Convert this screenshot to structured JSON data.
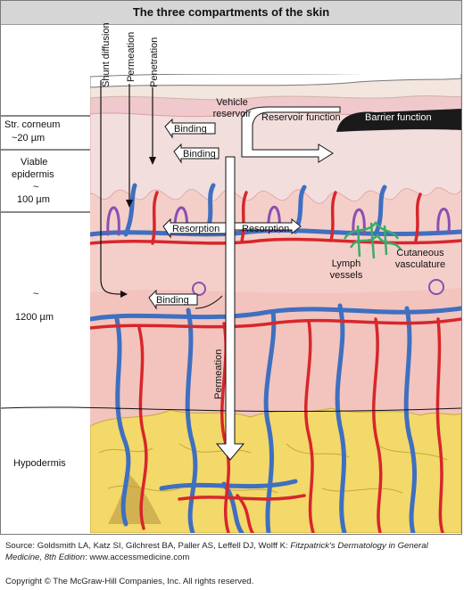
{
  "title": "The three compartments of the skin",
  "layers": {
    "stratum_corneum": "Str. corneum",
    "stratum_corneum_depth": "~20 µm",
    "viable_epidermis_1": "Viable",
    "viable_epidermis_2": "epidermis",
    "viable_epidermis_tilde": "~",
    "viable_epidermis_depth": "100 µm",
    "dermis_tilde": "~",
    "dermis_depth": "1200 µm",
    "hypodermis": "Hypodermis"
  },
  "pathways": {
    "shunt_diffusion": "Shunt diffusion",
    "permeation": "Permeation",
    "penetration": "Penetration"
  },
  "labels": {
    "vehicle_reservoir_1": "Vehicle",
    "vehicle_reservoir_2": "reservoir",
    "reservoir_function": "Reservoir function",
    "barrier_function": "Barrier function",
    "binding_top": "Binding",
    "binding_mid": "Binding",
    "binding_dermis": "Binding",
    "resorption_left": "Resorption",
    "resorption_right": "Resorption",
    "lymph_vessels_1": "Lymph",
    "lymph_vessels_2": "vessels",
    "cutaneous_vasculature_1": "Cutaneous",
    "cutaneous_vasculature_2": "vasculature",
    "permeation_vertical": "Permeation"
  },
  "source": {
    "prefix": "Source: Goldsmith LA, Katz SI, Gilchrest BA, Paller AS, Leffell DJ, Wolff K: ",
    "book": "Fitzpatrick's Dermatology in General Medicine, 8th Edition",
    "suffix": ": www.accessmedicine.com"
  },
  "copyright": "Copyright © The McGraw-Hill Companies, Inc. All rights reserved.",
  "colors": {
    "artery": "#d8262b",
    "vein": "#3f6fc0",
    "dermis": "#f4cfc9",
    "epidermis": "#f3dede",
    "fat": "#f2d96a",
    "lymph": "#3aaa6a",
    "barrier": "#1a1a1a"
  }
}
